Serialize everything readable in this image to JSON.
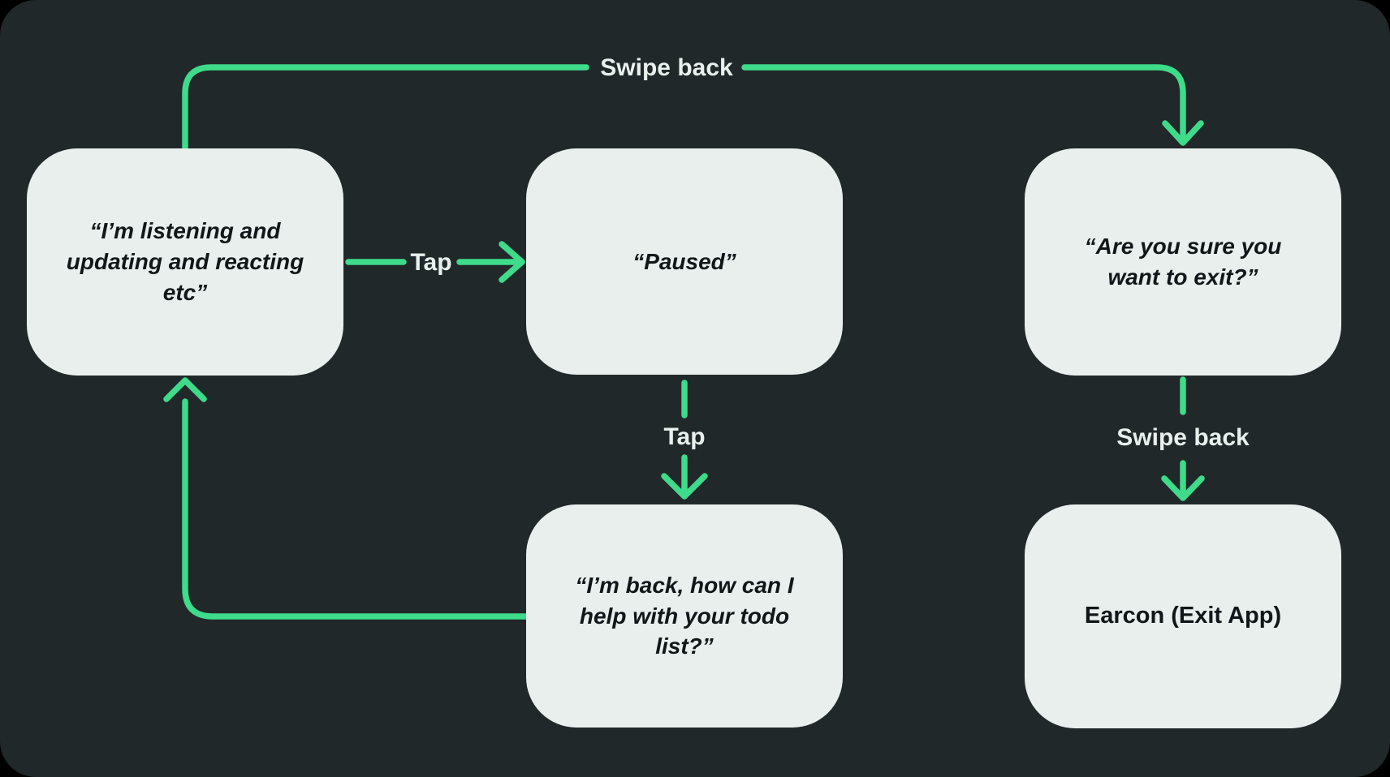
{
  "diagram": {
    "colors": {
      "page_background": "#000000",
      "panel_background": "#202829",
      "node_fill": "#e9efec",
      "node_text": "#111719",
      "arrow": "#3edb8a",
      "edge_label_text": "#e9efec"
    },
    "nodes": [
      {
        "id": "listening",
        "label": "“I’m listening and updating and reacting etc”"
      },
      {
        "id": "paused",
        "label": "“Paused”"
      },
      {
        "id": "exit-confirm",
        "label": "“Are you sure you want to exit?”"
      },
      {
        "id": "back-todo",
        "label": "“I’m back, how can I help with your todo list?”"
      },
      {
        "id": "earcon-exit",
        "label": "Earcon (Exit App)"
      }
    ],
    "edges": [
      {
        "id": "swipe-back-top",
        "label": "Swipe back",
        "from": "listening",
        "to": "exit-confirm"
      },
      {
        "id": "tap-to-pause",
        "label": "Tap",
        "from": "listening",
        "to": "paused"
      },
      {
        "id": "tap-to-resume",
        "label": "Tap",
        "from": "paused",
        "to": "back-todo"
      },
      {
        "id": "swipe-back-to-exit",
        "label": "Swipe back",
        "from": "exit-confirm",
        "to": "earcon-exit"
      },
      {
        "id": "resume-loop",
        "label": "",
        "from": "back-todo",
        "to": "listening"
      }
    ]
  }
}
